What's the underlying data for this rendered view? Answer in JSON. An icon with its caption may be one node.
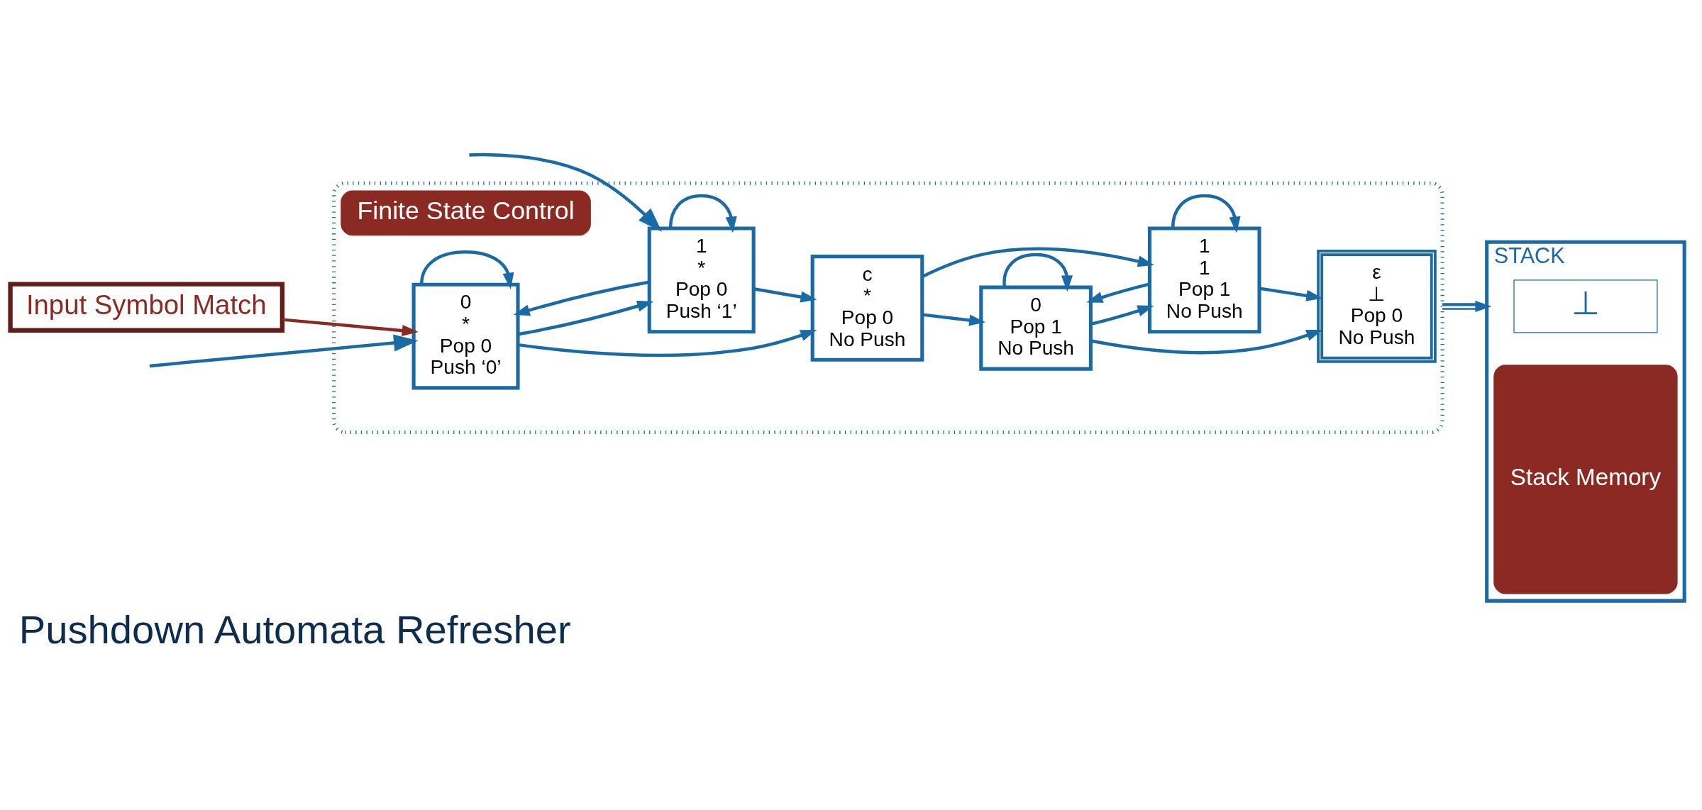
{
  "diagram": {
    "title": "Pushdown Automata Refresher",
    "nodes": [
      {
        "text": [
          "Finite State Control"
        ]
      },
      {
        "text": [
          "0",
          "*",
          "Pop 0",
          "Push ‘0’"
        ],
        "in": 0
      },
      {
        "text": [
          "1",
          "*",
          "Pop 0",
          "Push ‘1’"
        ],
        "in": 0
      },
      {
        "text": [
          "c",
          "*",
          "Pop 0",
          "No Push"
        ],
        "in": 0
      },
      {
        "text": [
          "0",
          "Pop 1",
          "No Push"
        ],
        "in": 0
      },
      {
        "text": [
          "1",
          "1",
          "Pop 1",
          "No Push"
        ],
        "in": 0
      },
      {
        "text": [
          "ε",
          "⊥",
          "Pop 0",
          "No Push"
        ],
        "in": 0
      },
      {
        "text": [
          "Input Symbol Match"
        ]
      },
      {
        "text": [
          "STACK"
        ]
      },
      {
        "text": [
          "⊥"
        ],
        "in": 8
      },
      {
        "text": [
          "Stack Memory"
        ],
        "in": 8
      }
    ],
    "edges": [
      {
        "from": null,
        "to": 1,
        "arrow": "to"
      },
      {
        "from": null,
        "to": 2,
        "arrow": "to"
      },
      {
        "from": 1,
        "to": 1,
        "arrow": "to"
      },
      {
        "from": 1,
        "to": 2,
        "arrow": "to"
      },
      {
        "from": 2,
        "to": 1,
        "arrow": "to"
      },
      {
        "from": 2,
        "to": 2,
        "arrow": "to"
      },
      {
        "from": 1,
        "to": 3,
        "arrow": "to"
      },
      {
        "from": 2,
        "to": 3,
        "arrow": "to"
      },
      {
        "from": 3,
        "to": 4,
        "arrow": "to"
      },
      {
        "from": 3,
        "to": 5,
        "arrow": "to"
      },
      {
        "from": 4,
        "to": 4,
        "arrow": "to"
      },
      {
        "from": 4,
        "to": 5,
        "arrow": "to"
      },
      {
        "from": 5,
        "to": 4,
        "arrow": "to"
      },
      {
        "from": 5,
        "to": 5,
        "arrow": "to"
      },
      {
        "from": 4,
        "to": 6,
        "arrow": "to"
      },
      {
        "from": 5,
        "to": 6,
        "arrow": "to"
      },
      {
        "from": 7,
        "to": 1,
        "arrow": "to",
        "color": "#8b2a22"
      },
      {
        "from": 0,
        "to": 8,
        "arrow": "to"
      }
    ]
  }
}
